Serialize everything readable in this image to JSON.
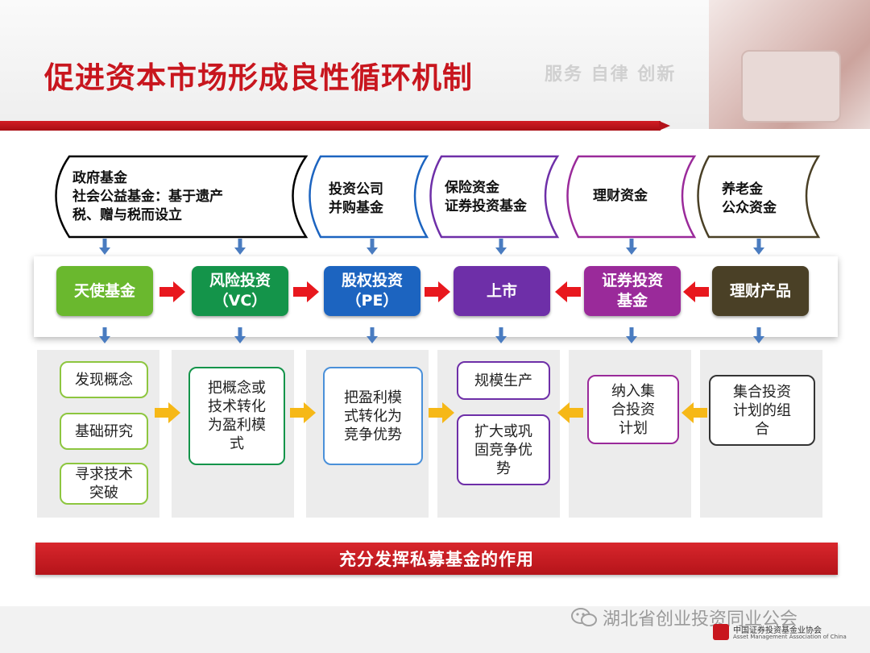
{
  "header": {
    "title": "促进资本市场形成良性循环机制",
    "slogan": "服务 自律 创新"
  },
  "sources": [
    {
      "text": "政府基金\n社会公益基金：基于遗产\n税、赠与税而设立"
    },
    {
      "text": "投资公司\n并购基金"
    },
    {
      "text": "保险资金\n证券投资基金"
    },
    {
      "text": "理财资金"
    },
    {
      "text": "养老金\n公众资金"
    }
  ],
  "stages": [
    {
      "label": "天使基金",
      "color": "#6ab82e"
    },
    {
      "label": "风险投资\n（VC）",
      "color": "#14944a"
    },
    {
      "label": "股权投资\n（PE）",
      "color": "#1c64c0"
    },
    {
      "label": "上市",
      "color": "#6e2fa8"
    },
    {
      "label": "证券投资\n基金",
      "color": "#9a2a9a"
    },
    {
      "label": "理财产品",
      "color": "#4a4026"
    }
  ],
  "boxes": {
    "angel": [
      "发现概念",
      "基础研究",
      "寻求技术\n突破"
    ],
    "vc": "把概念或\n技术转化\n为盈利模\n式",
    "pe": "把盈利模\n式转化为\n竞争优势",
    "ipo": [
      "规模生产",
      "扩大或巩\n固竞争优\n势"
    ],
    "fund": "纳入集\n合投资\n计划",
    "wealth": "集合投资\n计划的组\n合"
  },
  "banner": "充分发挥私募基金的作用",
  "footer": {
    "wechat": "湖北省创业投资同业公会",
    "assoc_cn": "中国证券投资基金业协会",
    "assoc_en": "Asset Management Association of China"
  }
}
